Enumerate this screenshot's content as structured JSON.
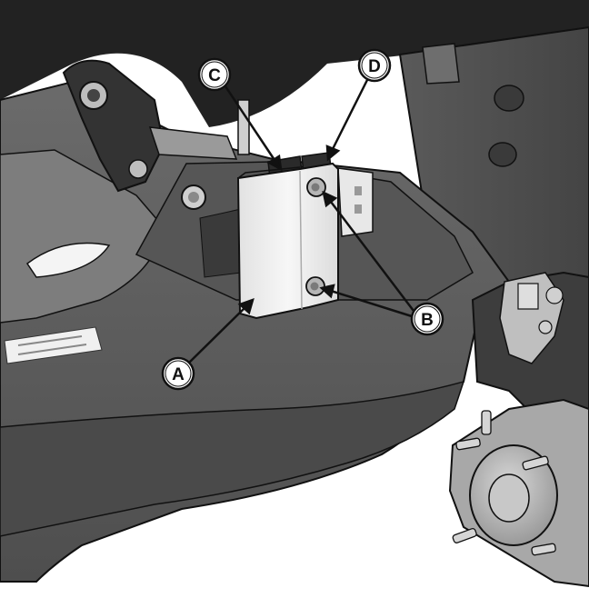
{
  "callouts": [
    {
      "id": "A",
      "label": "A"
    },
    {
      "id": "B",
      "label": "B"
    },
    {
      "id": "C",
      "label": "C"
    },
    {
      "id": "D",
      "label": "D"
    }
  ],
  "colors": {
    "deck": "#5f5f5f",
    "deck_dark": "#3c3c3c",
    "deck_light": "#8a8a8a",
    "bracket": "#f1f1f1",
    "outline": "#111111",
    "background": "#ffffff"
  }
}
